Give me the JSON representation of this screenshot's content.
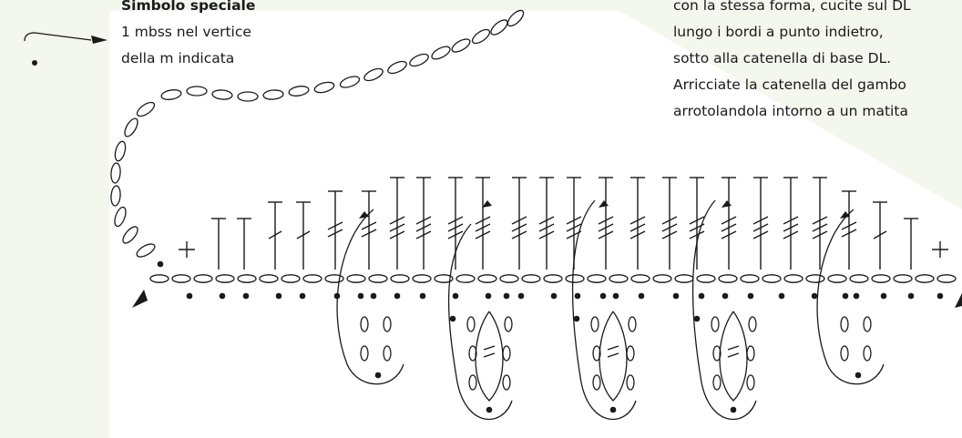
{
  "special_symbol": {
    "title": "Simbolo speciale",
    "line1": "1 mbss nel vertice",
    "line2": "della m indicata"
  },
  "instructions": {
    "lines": [
      "con la stessa forma, cucite sul DL",
      "lungo i bordi a punto indietro,",
      "sotto alla catenella di base DL.",
      "Arricciate la catenella del gambo",
      "arrotolandola intorno a un matita"
    ]
  },
  "colors": {
    "background": "#f3f7ee",
    "panel": "#ffffff",
    "ink": "#1a1a1a"
  }
}
